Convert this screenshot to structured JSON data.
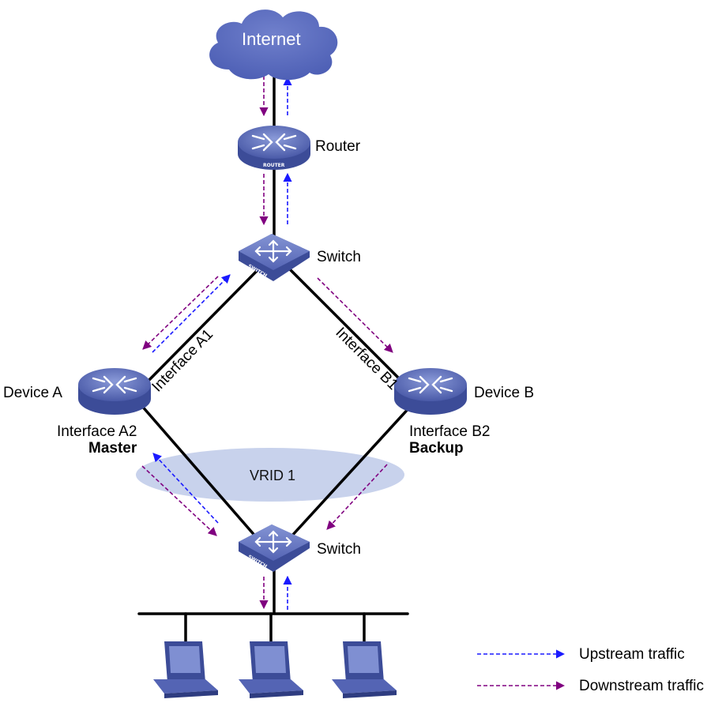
{
  "cloud": {
    "label": "Internet"
  },
  "router": {
    "label": "Router",
    "badge": "ROUTER"
  },
  "switch_top": {
    "label": "Switch",
    "badge": "SWITCH"
  },
  "switch_bottom": {
    "label": "Switch",
    "badge": "SWITCH"
  },
  "device_a": {
    "label": "Device A",
    "interface_up": "Interface A1",
    "interface_down": "Interface A2",
    "role": "Master"
  },
  "device_b": {
    "label": "Device B",
    "interface_up": "Interface B1",
    "interface_down": "Interface B2",
    "role": "Backup"
  },
  "vrid": {
    "label": "VRID 1"
  },
  "legend": {
    "upstream": {
      "label": "Upstream traffic",
      "color": "#1a1aff"
    },
    "downstream": {
      "label": "Downstream traffic",
      "color": "#800080"
    }
  },
  "colors": {
    "device_fill": "#4a5aa8",
    "device_top": "#6f80c8",
    "cloud": "#5a6cbf",
    "vrid_ellipse": "#c8d2ec"
  }
}
